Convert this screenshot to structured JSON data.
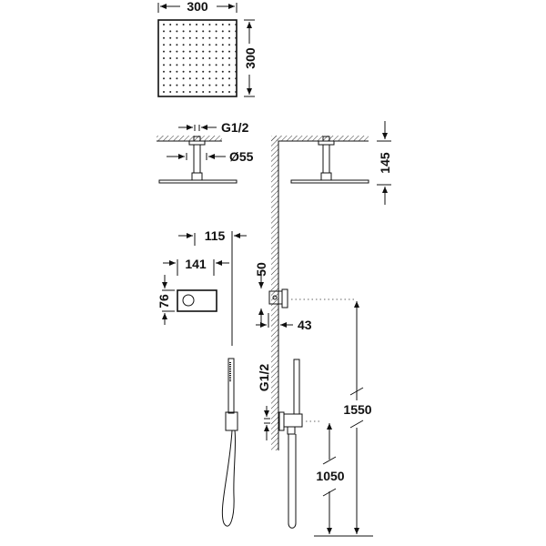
{
  "drawing": {
    "title": "Shower system technical drawing",
    "dimensions": {
      "head_width": "300",
      "head_depth": "300",
      "thread_top": "G1/2",
      "arm_diameter": "Ø55",
      "head_drop": "145",
      "plate_width_outer": "115",
      "plate_width": "141",
      "plate_height": "76",
      "valve_offset": "50",
      "valve_projection": "43",
      "thread_bottom": "G1/2",
      "valve_height": "1550",
      "outlet_height": "1050"
    }
  }
}
